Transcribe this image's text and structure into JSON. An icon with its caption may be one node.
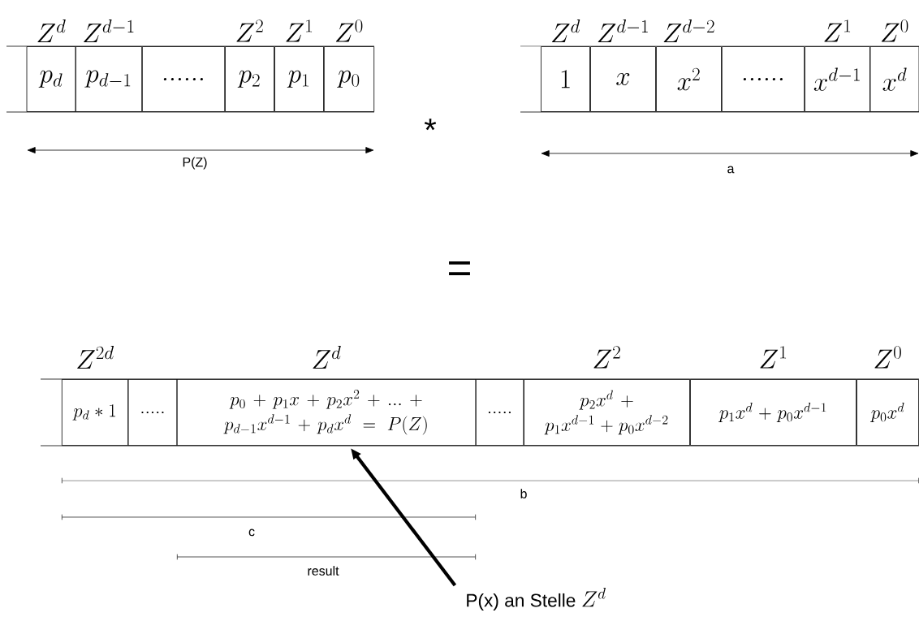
{
  "diagram": {
    "nodes": [
      {
        "text": [
          "Z^{d}",
          "p_{d}"
        ]
      },
      {
        "text": [
          "Z^{d-1}",
          "p_{d-1}"
        ]
      },
      {
        "text": [
          "......"
        ]
      },
      {
        "text": [
          "Z^{2}",
          "p_{2}"
        ]
      },
      {
        "text": [
          "Z^{1}",
          "p_{1}"
        ]
      },
      {
        "text": [
          "Z^{0}",
          "p_{0}"
        ]
      },
      {
        "text": [
          "Z^{d}",
          "1"
        ]
      },
      {
        "text": [
          "Z^{d-1}",
          "x"
        ]
      },
      {
        "text": [
          "Z^{d-2}",
          "x^{2}"
        ]
      },
      {
        "text": [
          "......"
        ]
      },
      {
        "text": [
          "Z^{1}",
          "x^{d-1}"
        ]
      },
      {
        "text": [
          "Z^{0}",
          "x^{d}"
        ]
      },
      {
        "text": [
          "Z^{2d}",
          "p_{d}*1"
        ]
      },
      {
        "text": [
          "....."
        ]
      },
      {
        "text": [
          "Z^{d}",
          "p_{0}+p_{1}x+p_{2}x^{2}+...+p_{d-1}x^{d-1}+p_{d}x^{d}=P(Z)"
        ]
      },
      {
        "text": [
          "....."
        ]
      },
      {
        "text": [
          "Z^{2}",
          "p_{2}x^{d}+p_{1}x^{d-1}+p_{0}x^{d-2}"
        ]
      },
      {
        "text": [
          "Z^{1}",
          "p_{1}x^{d}+p_{0}x^{d-1}"
        ]
      },
      {
        "text": [
          "Z^{0}",
          "p_{0}x^{d}"
        ]
      },
      {
        "text": [
          "P(x) an Stelle",
          "Z^{d}"
        ]
      }
    ],
    "edges": [
      {
        "from": 19,
        "to": 14,
        "arrow": "to"
      }
    ],
    "labels": [
      "*",
      "P(Z)",
      "a",
      "=",
      "b",
      "c",
      "result"
    ]
  }
}
